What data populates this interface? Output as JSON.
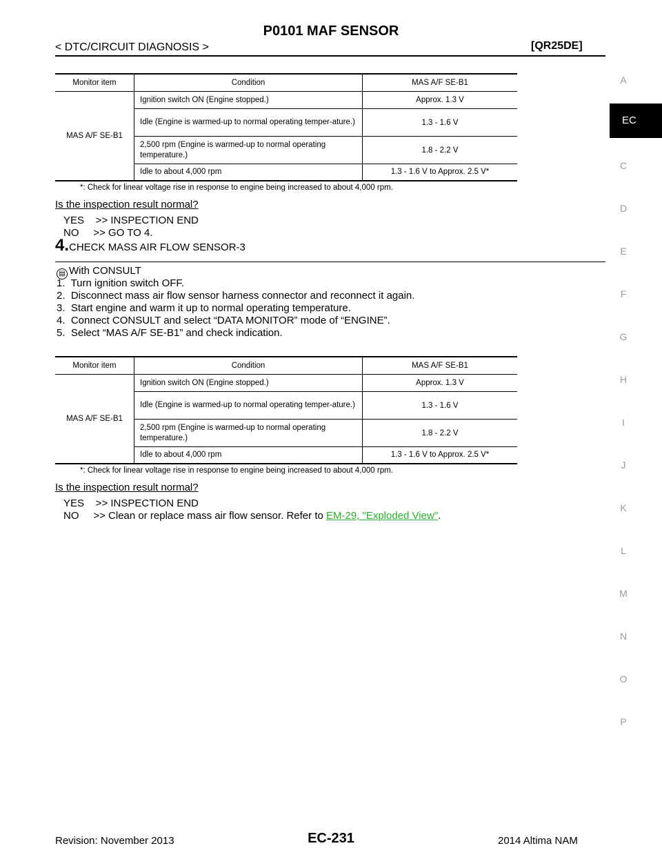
{
  "header": {
    "title": "P0101 MAF SENSOR",
    "section": "< DTC/CIRCUIT DIAGNOSIS >",
    "engine": "[QR25DE]"
  },
  "side_index": {
    "active": "EC",
    "letters": [
      "A",
      "C",
      "D",
      "E",
      "F",
      "G",
      "H",
      "I",
      "J",
      "K",
      "L",
      "M",
      "N",
      "O",
      "P"
    ]
  },
  "table1": {
    "headers": [
      "Monitor item",
      "Condition",
      "MAS A/F SE-B1"
    ],
    "item": "MAS A/F SE-B1",
    "rows": [
      {
        "condition": "Ignition switch ON (Engine stopped.)",
        "value": "Approx. 1.3 V"
      },
      {
        "condition": "Idle (Engine is warmed-up to normal operating temper-ature.)",
        "value": "1.3 - 1.6 V"
      },
      {
        "condition": "2,500 rpm (Engine is warmed-up to normal operating temperature.)",
        "value": "1.8 - 2.2 V"
      },
      {
        "condition": "Idle to about 4,000 rpm",
        "value": "1.3 - 1.6 V to Approx. 2.5 V*"
      }
    ],
    "note": "*: Check for linear voltage rise in response to engine being increased to about 4,000 rpm."
  },
  "result1": {
    "question": "Is the inspection result normal?",
    "yes": "YES    >> INSPECTION END",
    "no": "NO     >> GO TO 4."
  },
  "step4": {
    "number": "4.",
    "title": "CHECK MASS AIR FLOW SENSOR-3",
    "with": "With CONSULT",
    "steps": [
      "1.  Turn ignition switch OFF.",
      "2.  Disconnect mass air flow sensor harness connector and reconnect it again.",
      "3.  Start engine and warm it up to normal operating temperature.",
      "4.  Connect CONSULT and select “DATA MONITOR” mode of “ENGINE”.",
      "5.  Select “MAS A/F SE-B1” and check indication."
    ]
  },
  "table2": {
    "headers": [
      "Monitor item",
      "Condition",
      "MAS A/F SE-B1"
    ],
    "item": "MAS A/F SE-B1",
    "rows": [
      {
        "condition": "Ignition switch ON (Engine stopped.)",
        "value": "Approx. 1.3 V"
      },
      {
        "condition": "Idle (Engine is warmed-up to normal operating temper-ature.)",
        "value": "1.3 - 1.6 V"
      },
      {
        "condition": "2,500 rpm (Engine is warmed-up to normal operating temperature.)",
        "value": "1.8 - 2.2 V"
      },
      {
        "condition": "Idle to about 4,000 rpm",
        "value": "1.3 - 1.6 V to Approx. 2.5 V*"
      }
    ],
    "note": "*: Check for linear voltage rise in response to engine being increased to about 4,000 rpm."
  },
  "result2": {
    "question": "Is the inspection result normal?",
    "yes": "YES    >> INSPECTION END",
    "no_prefix": "NO     >> Clean or replace mass air flow sensor. Refer to ",
    "no_link": "EM-29, \"Exploded View\"",
    "no_suffix": "."
  },
  "footer": {
    "revision": "Revision: November 2013",
    "page": "EC-231",
    "model": "2014 Altima NAM"
  }
}
